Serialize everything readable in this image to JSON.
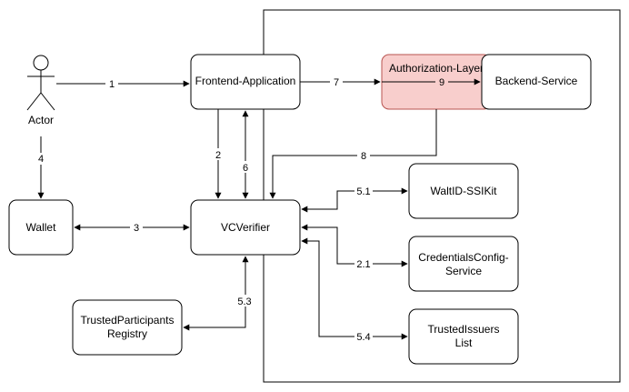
{
  "diagram": {
    "actor": {
      "label": "Actor"
    },
    "nodes": {
      "frontend": {
        "label": "Frontend-Application"
      },
      "authorization": {
        "label": "Authorization-Layer"
      },
      "backend": {
        "label": "Backend-Service"
      },
      "waltid": {
        "label": "WaltID-SSIKit"
      },
      "credentials_config": {
        "line1": "CredentialsConfig-",
        "line2": "Service"
      },
      "trusted_issuers": {
        "line1": "TrustedIssuers",
        "line2": "List"
      },
      "wallet": {
        "label": "Wallet"
      },
      "vcverifier": {
        "label": "VCVerifier"
      },
      "trusted_participants": {
        "line1": "TrustedParticipants",
        "line2": "Registry"
      }
    },
    "edges": {
      "e1": "1",
      "e2": "2",
      "e2_1": "2.1",
      "e3": "3",
      "e4": "4",
      "e5_1": "5.1",
      "e5_3": "5.3",
      "e5_4": "5.4",
      "e6": "6",
      "e7": "7",
      "e8": "8",
      "e9": "9"
    },
    "colors": {
      "stroke": "#000000",
      "node_fill": "#ffffff",
      "authorization_fill": "#f8cecc",
      "authorization_stroke": "#b85450"
    }
  }
}
